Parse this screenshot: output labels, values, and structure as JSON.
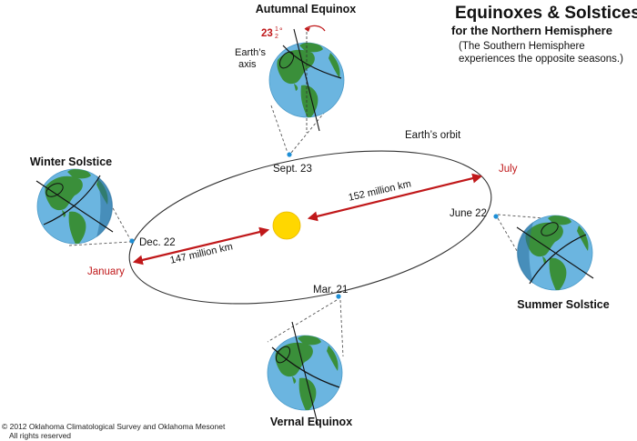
{
  "title": "Equinoxes & Solstices",
  "subtitle": "for the Northern Hemisphere",
  "note_line1": "(The Southern Hemisphere",
  "note_line2": "experiences the opposite seasons.)",
  "seasons": {
    "autumnal": "Autumnal Equinox",
    "winter": "Winter Solstice",
    "summer": "Summer Solstice",
    "vernal": "Vernal Equinox"
  },
  "dates": {
    "sept": "Sept. 23",
    "dec": "Dec. 22",
    "june": "June 22",
    "mar": "Mar. 21"
  },
  "months": {
    "july": "July",
    "january": "January"
  },
  "orbit_label": "Earth’s orbit",
  "distances": {
    "far": "152 million km",
    "near": "147 million km"
  },
  "tilt": {
    "whole": "23",
    "num": "1",
    "den": "2",
    "deg": "°"
  },
  "axis_line1": "Earth’s",
  "axis_line2": "axis",
  "credit_line1": "© 2012 Oklahoma Climatological Survey and Oklahoma Mesonet",
  "credit_line2": "All rights reserved",
  "colors": {
    "ocean": "#6bb5e0",
    "land": "#3a8f3a",
    "sun": "#ffd700",
    "arrow": "#c0181a",
    "date_dot": "#1e8fd6",
    "orbit": "#333333"
  }
}
